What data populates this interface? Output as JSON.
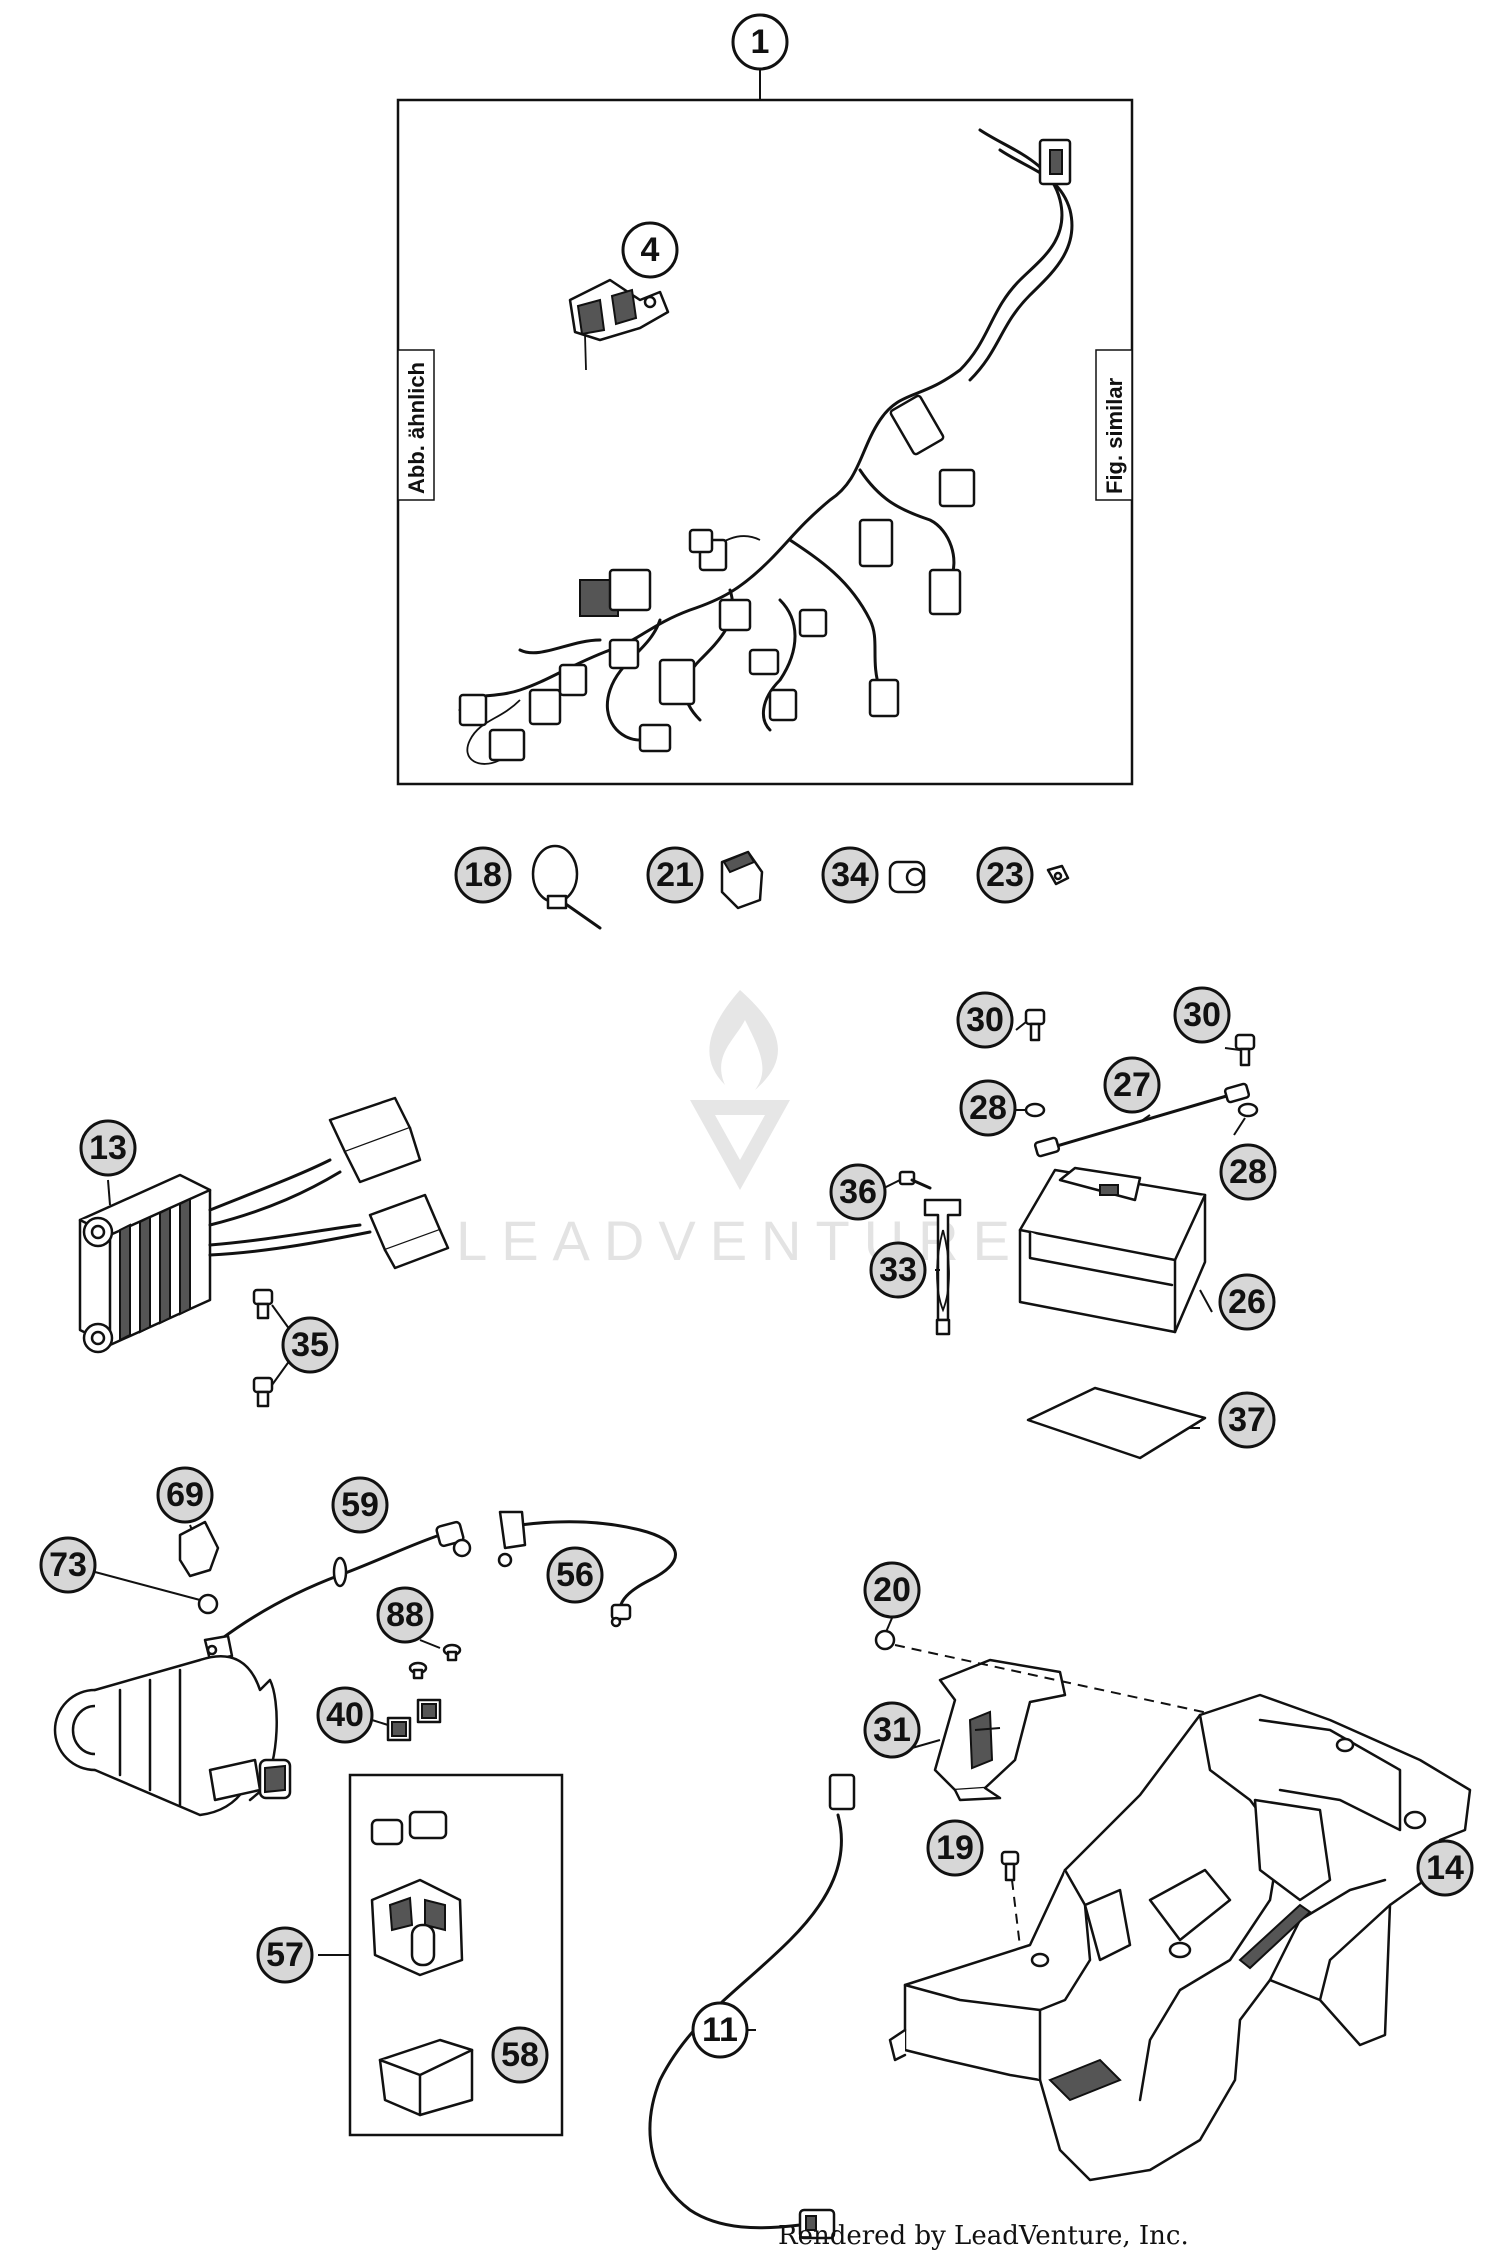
{
  "callouts": [
    {
      "id": "1",
      "shade": "white"
    },
    {
      "id": "4",
      "shade": "white"
    },
    {
      "id": "18",
      "shade": "gray"
    },
    {
      "id": "21",
      "shade": "gray"
    },
    {
      "id": "34",
      "shade": "gray"
    },
    {
      "id": "23",
      "shade": "gray"
    },
    {
      "id": "30",
      "shade": "gray"
    },
    {
      "id": "27",
      "shade": "gray"
    },
    {
      "id": "28",
      "shade": "gray"
    },
    {
      "id": "36",
      "shade": "gray"
    },
    {
      "id": "33",
      "shade": "gray"
    },
    {
      "id": "26",
      "shade": "gray"
    },
    {
      "id": "37",
      "shade": "gray"
    },
    {
      "id": "13",
      "shade": "gray"
    },
    {
      "id": "35",
      "shade": "gray"
    },
    {
      "id": "69",
      "shade": "gray"
    },
    {
      "id": "59",
      "shade": "gray"
    },
    {
      "id": "56",
      "shade": "gray"
    },
    {
      "id": "73",
      "shade": "gray"
    },
    {
      "id": "88",
      "shade": "gray"
    },
    {
      "id": "40",
      "shade": "gray"
    },
    {
      "id": "57",
      "shade": "gray"
    },
    {
      "id": "58",
      "shade": "gray"
    },
    {
      "id": "20",
      "shade": "gray"
    },
    {
      "id": "31",
      "shade": "gray"
    },
    {
      "id": "19",
      "shade": "gray"
    },
    {
      "id": "14",
      "shade": "gray"
    },
    {
      "id": "11",
      "shade": "white"
    }
  ],
  "frame_labels": {
    "left": "Abb. ähnlich",
    "right": "Fig. similar"
  },
  "watermark": "LEADVENTURE",
  "footer": "Rendered by LeadVenture, Inc.",
  "colors": {
    "line": "#111111",
    "callout_fill_gray": "#d7d7d7",
    "callout_fill_white": "#ffffff",
    "watermark": "#e3e3e3"
  }
}
